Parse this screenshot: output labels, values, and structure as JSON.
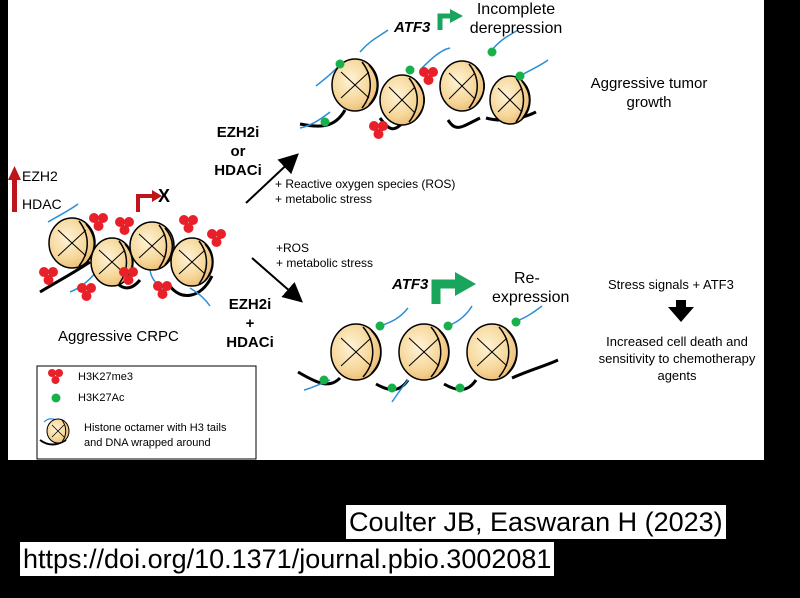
{
  "top_path": {
    "gene": "ATF3",
    "outcome_line1": "Incomplete",
    "outcome_line2": "derepression",
    "result_line1": "Aggressive tumor",
    "result_line2": "growth",
    "treatment_line1": "EZH2i",
    "treatment_line2": "or",
    "treatment_line3": "HDACi",
    "condition_line1": "+ Reactive oxygen species (ROS)",
    "condition_line2": "+ metabolic stress"
  },
  "start_state": {
    "marker1": "EZH2",
    "marker2": "HDAC",
    "blocked_symbol": "X",
    "label": "Aggressive CRPC"
  },
  "bottom_path": {
    "condition_line1": "+ROS",
    "condition_line2": "+ metabolic stress",
    "treatment_line1": "EZH2i",
    "treatment_line2": "+",
    "treatment_line3": "HDACi",
    "gene": "ATF3",
    "outcome_line1": "Re-",
    "outcome_line2": "expression",
    "signal_text": "Stress signals + ATF3",
    "result_line1": "Increased cell death and",
    "result_line2": "sensitivity to chemotherapy",
    "result_line3": "agents"
  },
  "legend": {
    "item1": "H3K27me3",
    "item2": "H3K27Ac",
    "item3_line1": "Histone octamer with H3 tails",
    "item3_line2": "and DNA wrapped around"
  },
  "colors": {
    "methyl_mark": "#e8202a",
    "acetyl_mark": "#18b04a",
    "nucleosome": "#f6d79a",
    "tail": "#2a8fd6",
    "up_arrow": "#c0141c",
    "gene_arrow": "#1aa55c"
  },
  "citation": {
    "authors": "Coulter JB, Easwaran H (2023)",
    "doi": "https://doi.org/10.1371/journal.pbio.3002081"
  }
}
